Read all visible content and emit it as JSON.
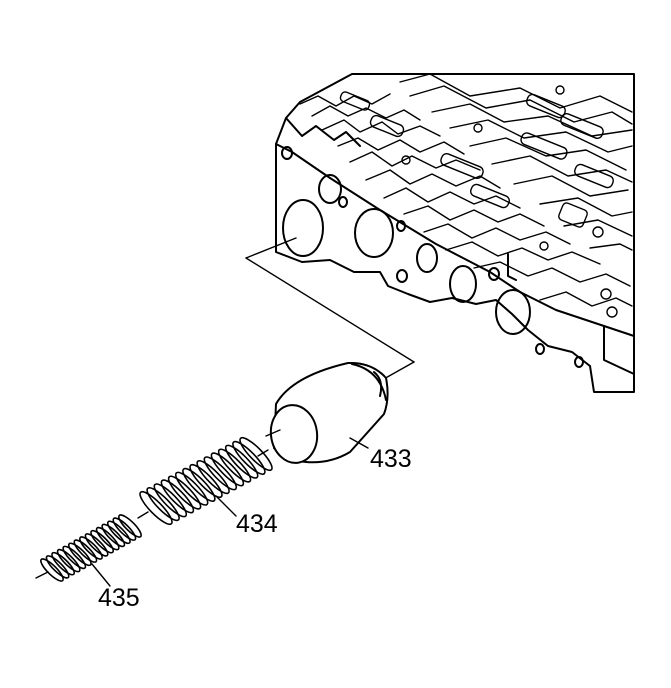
{
  "callouts": {
    "piston": "433",
    "outer_spring": "434",
    "inner_spring": "435"
  },
  "colors": {
    "line": "#000000",
    "background": "#ffffff"
  }
}
